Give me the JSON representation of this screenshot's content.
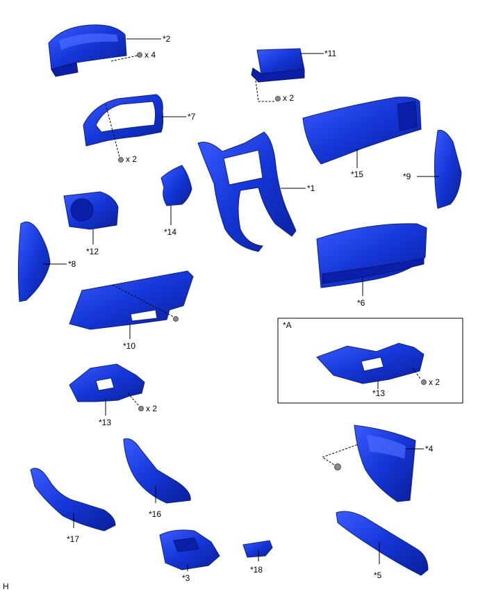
{
  "labels": {
    "p1": "*1",
    "p2": "*2",
    "p3": "*3",
    "p4": "*4",
    "p5": "*5",
    "p6": "*6",
    "p7": "*7",
    "p8": "*8",
    "p9": "*9",
    "p10": "*10",
    "p11": "*11",
    "p12": "*12",
    "p13": "*13",
    "p13b": "*13",
    "p14": "*14",
    "p15": "*15",
    "p16": "*16",
    "p17": "*17",
    "p18": "*18",
    "inset": "*A"
  },
  "quantities": {
    "q2": "x 4",
    "q11": "x 2",
    "q7": "x 2",
    "q13": "x 2",
    "q13b": "x 2"
  },
  "corner_mark": "H",
  "colors": {
    "part_main": "#1436d6",
    "part_dark": "#0b1fa8",
    "part_highlight": "#4a6cff"
  }
}
